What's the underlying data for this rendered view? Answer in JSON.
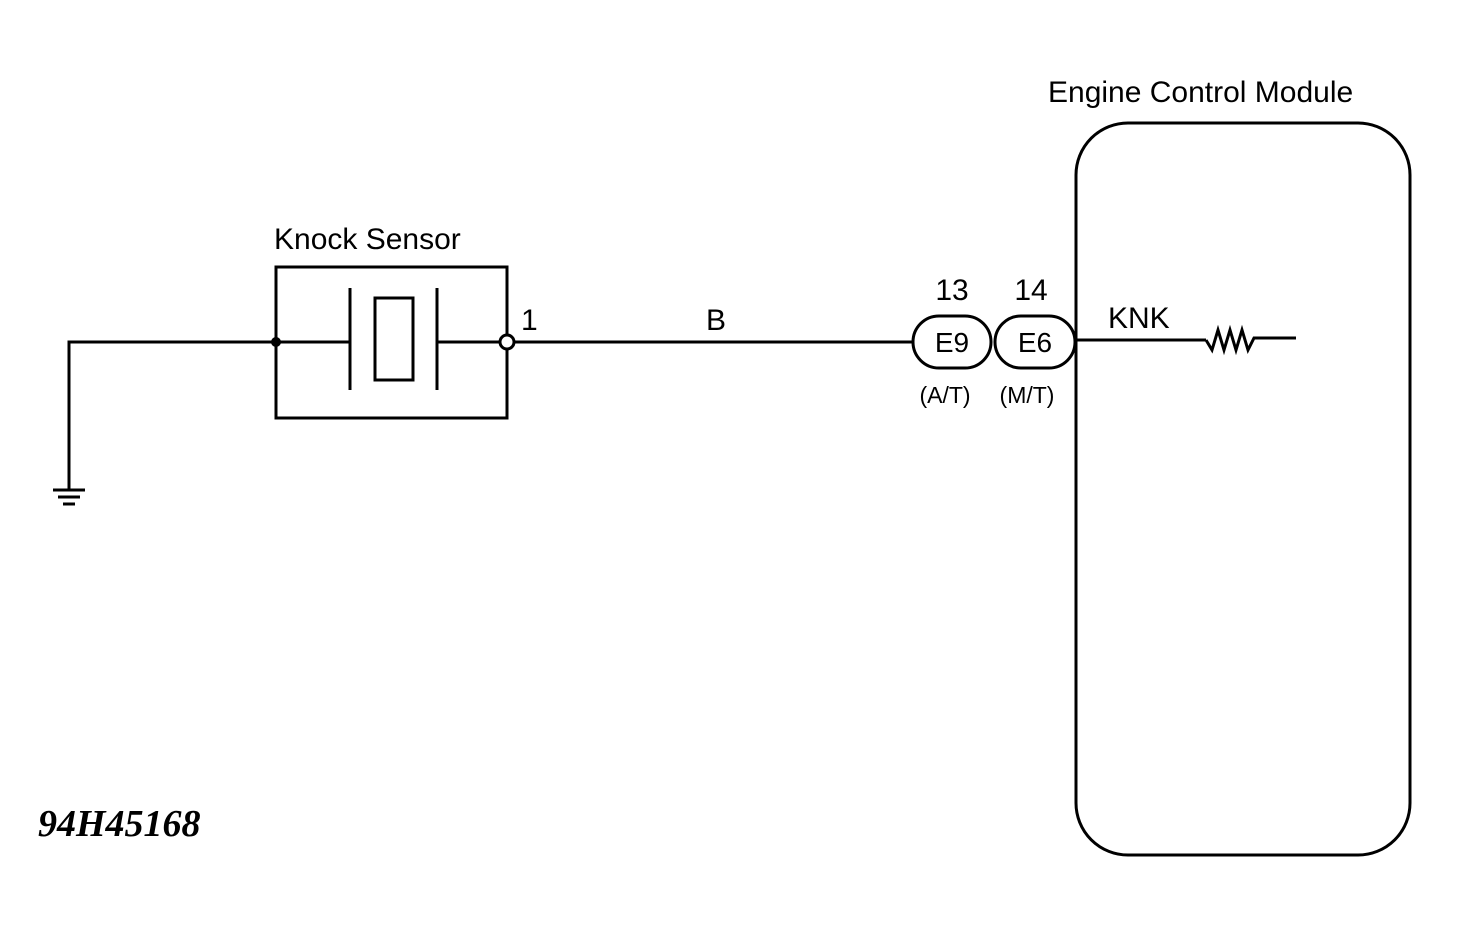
{
  "knock_sensor": {
    "title": "Knock Sensor",
    "pin": "1"
  },
  "wire": {
    "color_code": "B"
  },
  "connectors": [
    {
      "pin": "13",
      "id": "E9",
      "variant": "(A/T)"
    },
    {
      "pin": "14",
      "id": "E6",
      "variant": "(M/T)"
    }
  ],
  "ecm": {
    "title": "Engine Control Module",
    "terminal": "KNK"
  },
  "figure_code": "94H45168"
}
